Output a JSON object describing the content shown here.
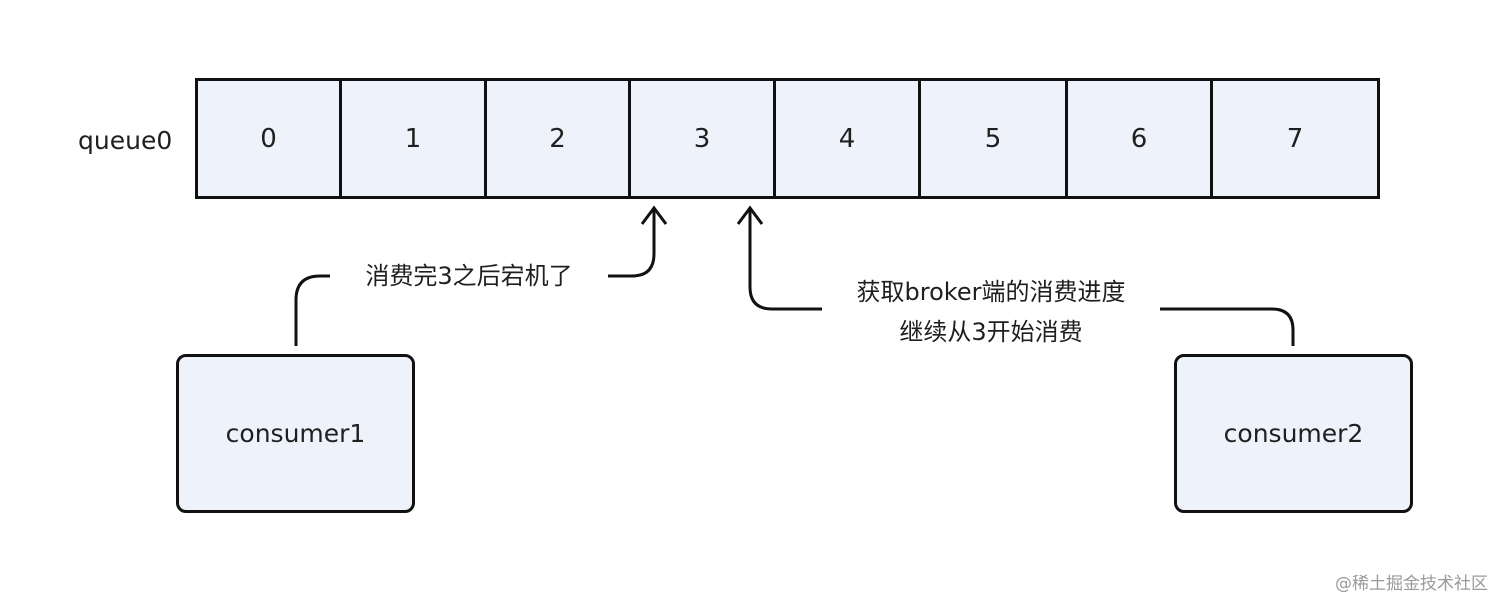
{
  "queue": {
    "label": "queue0",
    "cells": [
      "0",
      "1",
      "2",
      "3",
      "4",
      "5",
      "6",
      "7"
    ]
  },
  "consumers": {
    "consumer1": "consumer1",
    "consumer2": "consumer2"
  },
  "annotations": {
    "crash_note": "消费完3之后宕机了",
    "resume_note_line1": "获取broker端的消费进度",
    "resume_note_line2": "继续从3开始消费"
  },
  "watermark": "@稀土掘金技术社区",
  "colors": {
    "box_fill": "#edf2fb",
    "stroke": "#111111",
    "background": "#ffffff"
  }
}
